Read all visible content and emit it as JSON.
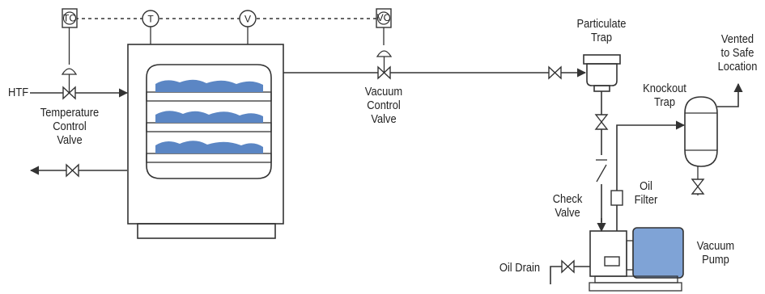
{
  "labels": {
    "htf": "HTF",
    "temperature_control_valve": [
      "Temperature",
      "Control",
      "Valve"
    ],
    "vacuum_control_valve": [
      "Vacuum",
      "Control",
      "Valve"
    ],
    "particulate_trap": [
      "Particulate",
      "Trap"
    ],
    "vented_location": [
      "Vented",
      "to Safe",
      "Location"
    ],
    "knockout_trap": [
      "Knockout",
      "Trap"
    ],
    "oil_filter": [
      "Oil",
      "Filter"
    ],
    "check_valve": [
      "Check",
      "Valve"
    ],
    "vacuum_pump": [
      "Vacuum",
      "Pump"
    ],
    "oil_drain": "Oil Drain"
  },
  "instruments": {
    "tc": "TC",
    "t": "T",
    "v": "V",
    "vc": "VC"
  },
  "colors": {
    "product_fill": "#5b86c4",
    "pump_fill": "#7fa3d6",
    "line": "#333333"
  }
}
